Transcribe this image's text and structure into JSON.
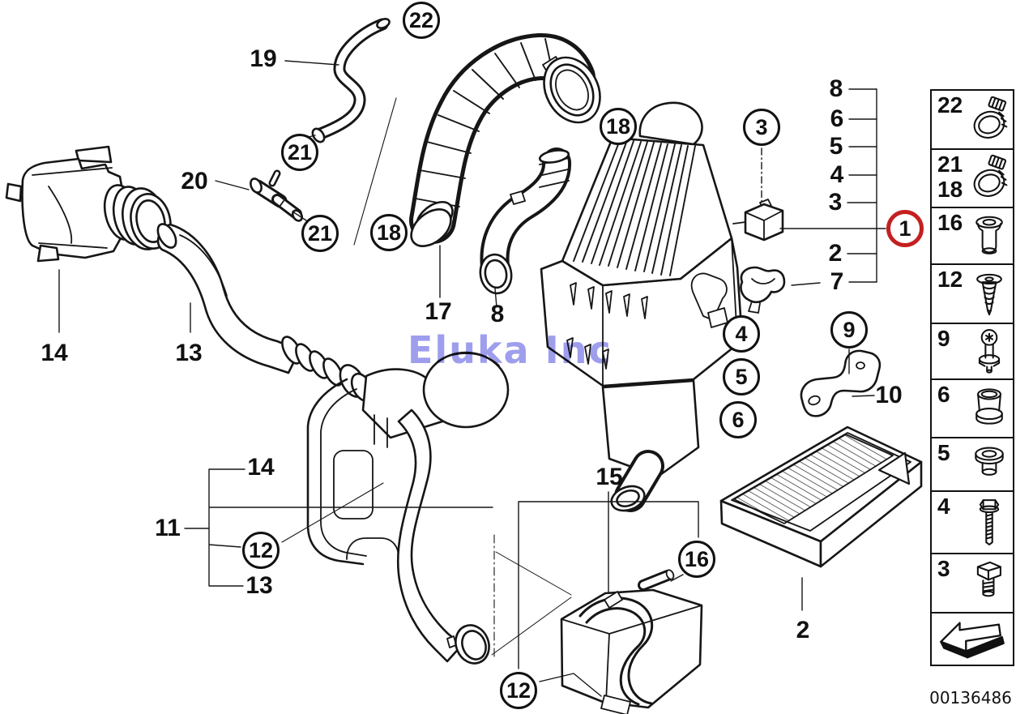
{
  "watermark": {
    "text": "Eluka Inc",
    "color": "#8d8dea"
  },
  "doc_number": "00136486",
  "callouts": {
    "plain": {
      "p19": "19",
      "p20": "20",
      "p17": "17",
      "p8_hose": "8",
      "p14_left": "14",
      "p13_left": "13",
      "p8_list": "8",
      "p6_list": "6",
      "p5_list": "5",
      "p4_list": "4",
      "p3_list": "3",
      "p2_list": "2",
      "p7_list": "7",
      "p10": "10",
      "p14_bracket": "14",
      "p11": "11",
      "p13_bracket": "13",
      "p15": "15",
      "p2_filter": "2"
    },
    "circled": {
      "c22": "22",
      "c21_hose": "21",
      "c21_elbow": "21",
      "c18_clamp": "18",
      "c18_boot": "18",
      "c3": "3",
      "c4": "4",
      "c5": "5",
      "c6": "6",
      "c9": "9",
      "c16": "16",
      "c12_duct": "12",
      "c12_resonator": "12"
    },
    "highlighted": {
      "c1": "1"
    },
    "highlight_color": "#c42020"
  },
  "legend": {
    "rows": [
      {
        "labels": [
          "22"
        ],
        "icon": "hose-clamp"
      },
      {
        "labels": [
          "21",
          "18"
        ],
        "icon": "hose-clamp"
      },
      {
        "labels": [
          "16"
        ],
        "icon": "plug-grommet"
      },
      {
        "labels": [
          "12"
        ],
        "icon": "expansion-rivet"
      },
      {
        "labels": [
          "9"
        ],
        "icon": "torx-screw"
      },
      {
        "labels": [
          "6"
        ],
        "icon": "rubber-bushing"
      },
      {
        "labels": [
          "5"
        ],
        "icon": "flanged-grommet"
      },
      {
        "labels": [
          "4"
        ],
        "icon": "long-bolt"
      },
      {
        "labels": [
          "3"
        ],
        "icon": "hex-bolt"
      },
      {
        "labels": [],
        "icon": "direction-arrow"
      }
    ]
  }
}
